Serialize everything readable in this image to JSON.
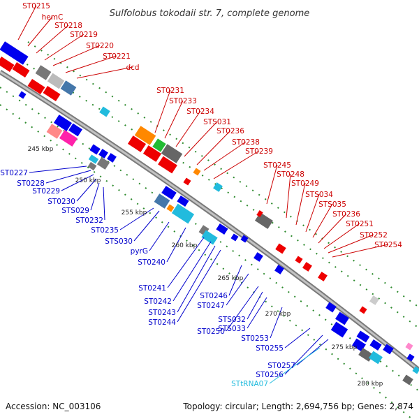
{
  "title": "Sulfolobus tokodaii str. 7, complete genome",
  "footer": {
    "accession": "Accession: NC_003106",
    "summary": "Topology: circular; Length: 2,694,756 bp; Genes: 2,874"
  },
  "colors": {
    "forward_label": "#cc0000",
    "reverse_label": "#0000cc",
    "rna_label": "#22bbdd",
    "backbone": "#999999",
    "tick": "#2e8b2e"
  },
  "scale_labels": [
    "245 kbp",
    "250 kbp",
    "255 kbp",
    "260 kbp",
    "265 kbp",
    "270 kbp",
    "275 kbp",
    "280 kbp"
  ],
  "forward_labels": [
    "ST0215",
    "hemC",
    "ST0218",
    "ST0219",
    "ST0220",
    "ST0221",
    "dcd",
    "ST0231",
    "ST0233",
    "ST0234",
    "STS031",
    "ST0236",
    "ST0238",
    "ST0239",
    "ST0245",
    "ST0248",
    "ST0249",
    "STS034",
    "STS035",
    "ST0236",
    "ST0251",
    "ST0252",
    "ST0254"
  ],
  "reverse_labels": [
    "ST0227",
    "ST0228",
    "ST0229",
    "ST0230",
    "STS029",
    "ST0232",
    "ST0235",
    "STS030",
    "pyrG",
    "ST0240",
    "ST0241",
    "ST0242",
    "ST0243",
    "ST0244",
    "ST0246",
    "ST0247",
    "ST0250",
    "STS032",
    "STS033",
    "ST0253",
    "ST0255",
    "ST0256",
    "ST0257"
  ],
  "rna_labels": [
    "STtRNA07"
  ]
}
